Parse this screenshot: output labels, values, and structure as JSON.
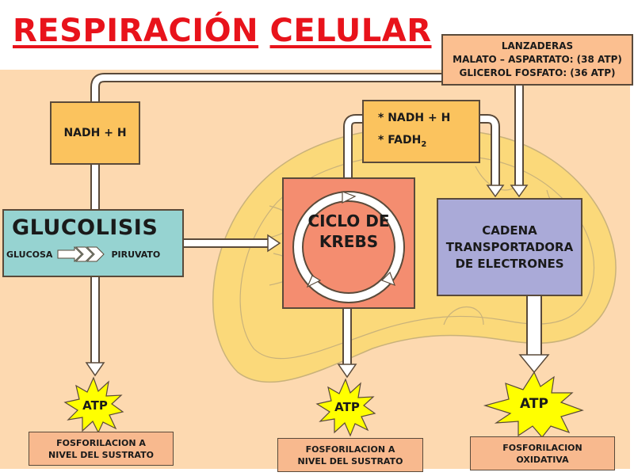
{
  "title": {
    "word1": "RESPIRACIÓN",
    "word2": "CELULAR",
    "color": "#e8131b"
  },
  "lanzaderas": {
    "heading": "LANZADERAS",
    "line1": "MALATO – ASPARTATO: (38 ATP)",
    "line2": "GLICEROL FOSFATO: (36 ATP)"
  },
  "nadh_glucolisis": {
    "label": "NADH + H"
  },
  "nadh_krebs": {
    "line1": "* NADH + H",
    "line2_main": "* FADH",
    "line2_sub": "2"
  },
  "glucolisis": {
    "title": "GLUCOLISIS",
    "from": "GLUCOSA",
    "to": "PIRUVATO"
  },
  "krebs": {
    "line1": "CICLO DE",
    "line2": "KREBS"
  },
  "cadena": {
    "line1": "CADENA",
    "line2": "TRANSPORTADORA",
    "line3": "DE ELECTRONES"
  },
  "atp": [
    {
      "label": "ATP",
      "caption1": "FOSFORILACION A",
      "caption2": "NIVEL DEL SUSTRATO"
    },
    {
      "label": "ATP",
      "caption1": "FOSFORILACION A",
      "caption2": "NIVEL DEL SUSTRATO"
    },
    {
      "label": "ATP",
      "caption1": "FOSFORILACION",
      "caption2": "OXIDATIVA"
    }
  ],
  "colors": {
    "background": "#fdd9b0",
    "mitochondrion": "#fbd97a",
    "nadh_box": "#fbc35e",
    "glucolisis_box": "#96d3d1",
    "krebs_box": "#f48d70",
    "cadena_box": "#aaaad8",
    "atp_star": "#ffff00",
    "caption_box": "#f8b98e"
  }
}
